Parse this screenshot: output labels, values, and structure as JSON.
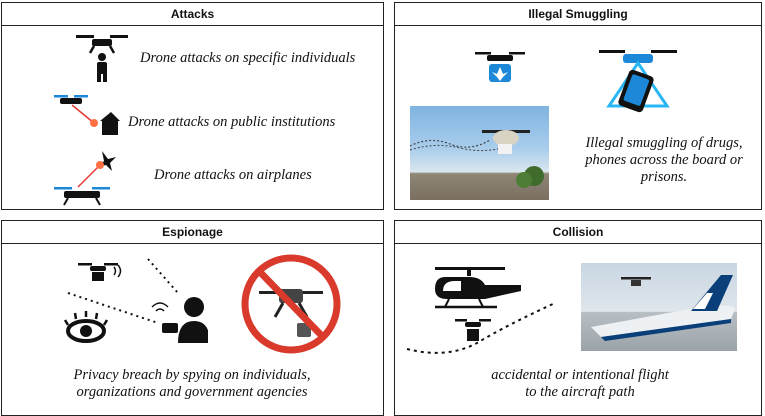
{
  "panels": {
    "attacks": {
      "title": "Attacks",
      "items": [
        "Drone attacks on specific individuals",
        "Drone attacks on public institutions",
        "Drone attacks on airplanes"
      ]
    },
    "smuggling": {
      "title": "Illegal Smuggling",
      "caption_lines": [
        "Illegal smuggling of drugs,",
        "phones across the board or",
        "prisons."
      ]
    },
    "espionage": {
      "title": "Espionage",
      "caption_lines": [
        "Privacy breach by spying on individuals,",
        "organizations and government agencies"
      ]
    },
    "collision": {
      "title": "Collision",
      "caption_lines": [
        "accidental or intentional flight",
        "to the aircraft path"
      ]
    }
  },
  "icons": [
    "drone-person-icon",
    "drone-house-icon",
    "drone-airplane-icon",
    "drone-cannabis-icon",
    "drone-phone-icon",
    "drone-prison-photo",
    "drone-spy-icon",
    "no-drone-icon",
    "helicopter-drone-icon",
    "airplane-drone-photo"
  ]
}
